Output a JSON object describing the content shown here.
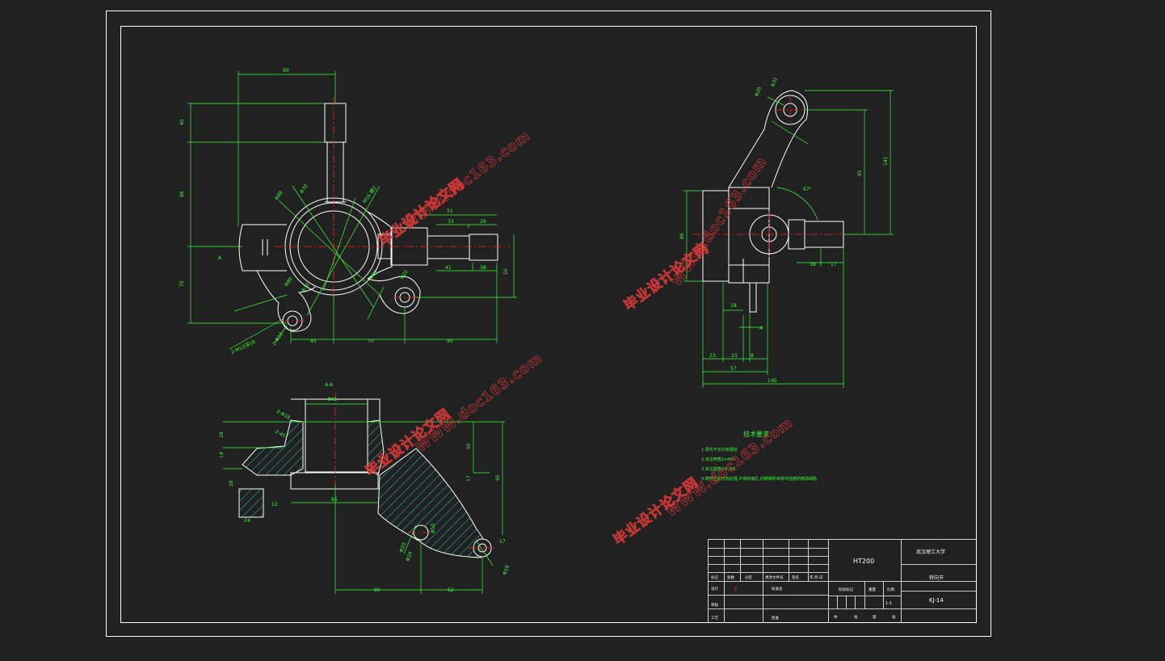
{
  "colors": {
    "background": "#212121",
    "outline": "#ffffff",
    "dimension": "#35ff35",
    "centerline": "#ff2020",
    "hatch": "#2ad6c8",
    "watermark": "#e03a3a"
  },
  "views": {
    "section_label": "A-A",
    "front_view_marker": "A",
    "front_view": {
      "dims_top": [
        "60"
      ],
      "dims_left": [
        "40",
        "86",
        "75"
      ],
      "dims_bottom": [
        "45",
        "70",
        "95"
      ],
      "dims_right": [
        "51",
        "33",
        "29",
        "41",
        "38",
        "50"
      ],
      "callouts": [
        "Φ88",
        "Φ70",
        "Φ80",
        "Φ30",
        "Φ24",
        "Φ22",
        "M16 精2",
        "2-M12深18",
        "2-Φ10"
      ]
    },
    "side_view": {
      "dims": [
        "Φ20",
        "Φ32",
        "85",
        "141",
        "67°",
        "86",
        "38",
        "17",
        "18",
        "4",
        "23",
        "23",
        "8",
        "57",
        "145"
      ]
    },
    "section_view": {
      "dims": [
        "2-Φ16",
        "2-45°",
        "Φ65",
        "28",
        "14",
        "28",
        "24",
        "12",
        "85",
        "50",
        "17",
        "Φ10",
        "95",
        "Φ24",
        "Φ20",
        "80",
        "62",
        "Φ18",
        "17"
      ]
    }
  },
  "technical_requirements": {
    "title": "技术要求",
    "items": [
      "1.零件不允许有裂纹.",
      "2.未注倒角1×45°.",
      "3.未注圆角R3~R5.",
      "4.铸件应经时效处理,不得有缩孔,砂眼等影响零件强度的铸造缺陷."
    ]
  },
  "title_block": {
    "material": "HT200",
    "school": "武汉理工大学",
    "part_name": "转向节",
    "drawing_number": "KJ-14",
    "scale": "1:1",
    "labels": {
      "mark": "标记",
      "count": "处数",
      "zone": "分区",
      "change_no": "更改文件号",
      "signature": "签名",
      "date": "年.月.日",
      "designer": "设计",
      "standardize": "标准化",
      "stage_mark": "阶段标记",
      "weight": "重量",
      "scale_label": "比例",
      "review": "审核",
      "process": "工艺",
      "approve": "批准",
      "sheet_total": "共",
      "sheet_word": "张",
      "sheet_no": "第",
      "sheet_word2": "张"
    },
    "designer_name": "王"
  },
  "watermarks": [
    "毕业设计论文网",
    "WWW.doc163.com"
  ]
}
